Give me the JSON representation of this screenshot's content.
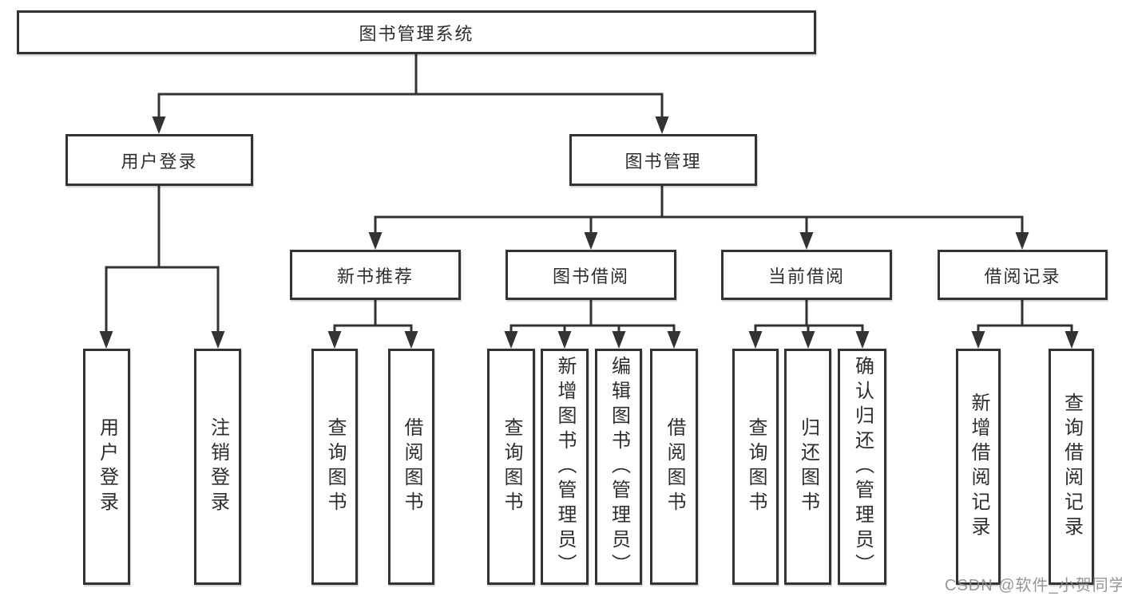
{
  "diagram": {
    "type": "hierarchy-tree",
    "tree": {
      "root": {
        "label": "图书管理系统"
      },
      "children": [
        {
          "label": "用户登录",
          "children": [
            {
              "label": "用户登录"
            },
            {
              "label": "注销登录"
            }
          ]
        },
        {
          "label": "图书管理",
          "children": [
            {
              "label": "新书推荐",
              "children": [
                {
                  "label": "查询图书"
                },
                {
                  "label": "借阅图书"
                }
              ]
            },
            {
              "label": "图书借阅",
              "children": [
                {
                  "label": "查询图书"
                },
                {
                  "label": "新增图书（管理员）"
                },
                {
                  "label": "编辑图书（管理员）"
                },
                {
                  "label": "借阅图书"
                }
              ]
            },
            {
              "label": "当前借阅",
              "children": [
                {
                  "label": "查询图书"
                },
                {
                  "label": "归还图书"
                },
                {
                  "label": "确认归还（管理员）"
                }
              ]
            },
            {
              "label": "借阅记录",
              "children": [
                {
                  "label": "新增借阅记录"
                },
                {
                  "label": "查询借阅记录"
                }
              ]
            }
          ]
        }
      ]
    },
    "watermark": "CSDN @软件_小贺同学",
    "colors": {
      "line": "#333333",
      "box_border": "#333333",
      "box_fill": "#ffffff",
      "text": "#2e2e2e",
      "background": "#ffffff",
      "watermark": "#888888"
    }
  }
}
